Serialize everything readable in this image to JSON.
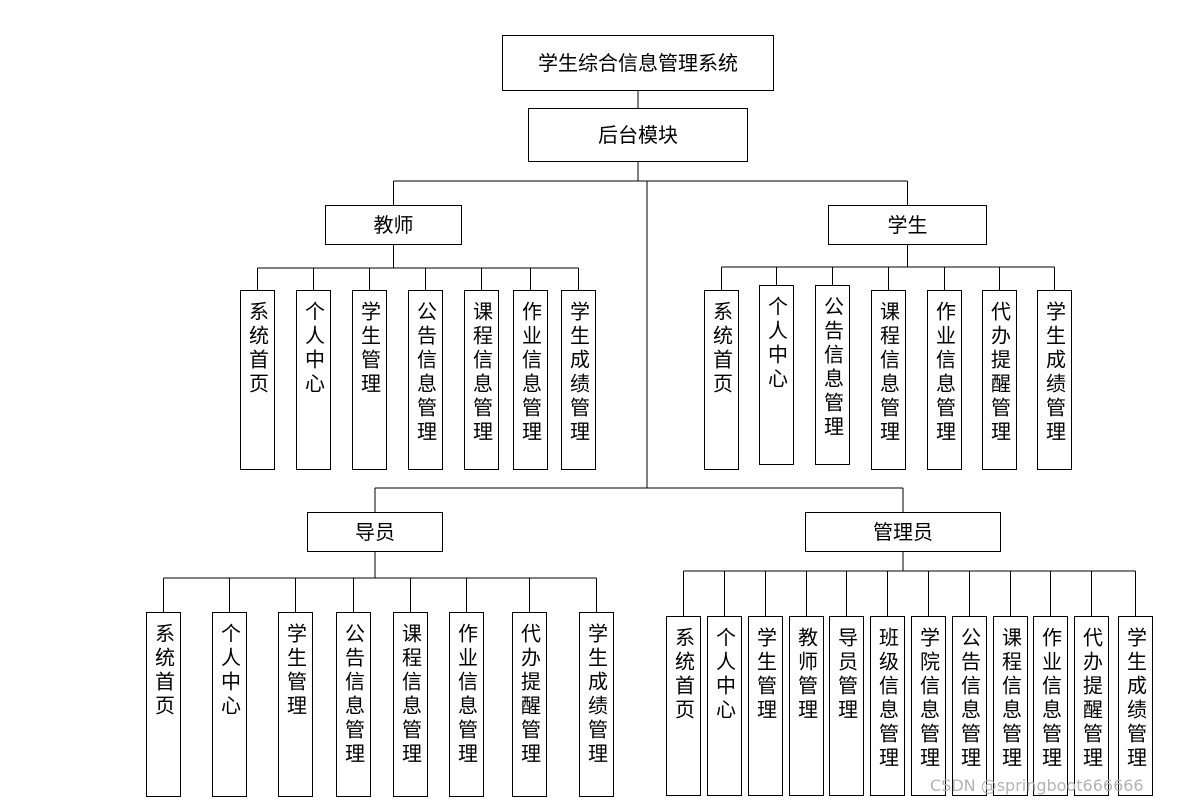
{
  "title": "学生综合信息管理系统",
  "module": "后台模块",
  "groups": [
    {
      "name": "教师",
      "items": [
        "系统首页",
        "个人中心",
        "学生管理",
        "公告信息管理",
        "课程信息管理",
        "作业信息管理",
        "学生成绩管理"
      ]
    },
    {
      "name": "学生",
      "items": [
        "系统首页",
        "个人中心",
        "公告信息管理",
        "课程信息管理",
        "作业信息管理",
        "代办提醒管理",
        "学生成绩管理"
      ]
    },
    {
      "name": "导员",
      "items": [
        "系统首页",
        "个人中心",
        "学生管理",
        "公告信息管理",
        "课程信息管理",
        "作业信息管理",
        "代办提醒管理",
        "学生成绩管理"
      ]
    },
    {
      "name": "管理员",
      "items": [
        "系统首页",
        "个人中心",
        "学生管理",
        "教师管理",
        "导员管理",
        "班级信息管理",
        "学院信息管理",
        "公告信息管理",
        "课程信息管理",
        "作业信息管理",
        "代办提醒管理",
        "学生成绩管理"
      ]
    }
  ],
  "watermark": "CSDN @springboot666666"
}
